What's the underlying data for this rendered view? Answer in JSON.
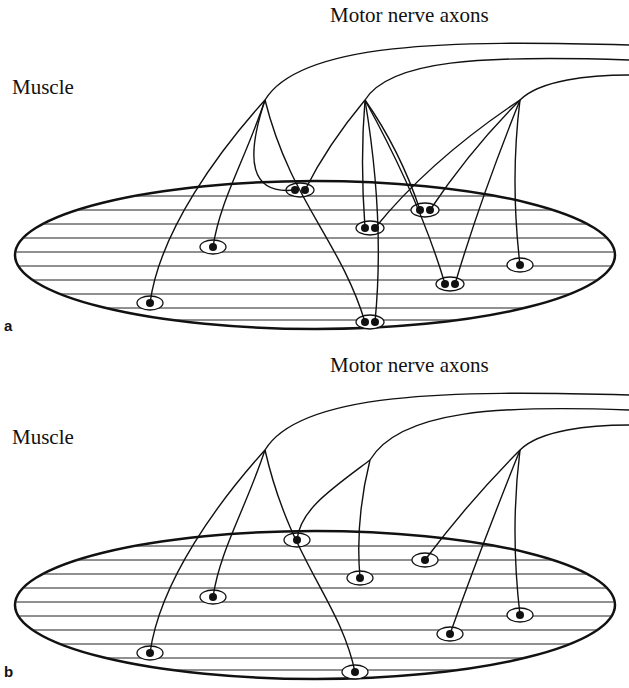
{
  "diagram": {
    "labels": [
      "Motor nerve axons",
      "Muscle",
      "a",
      "Motor nerve axons",
      "Muscle",
      "b"
    ]
  }
}
